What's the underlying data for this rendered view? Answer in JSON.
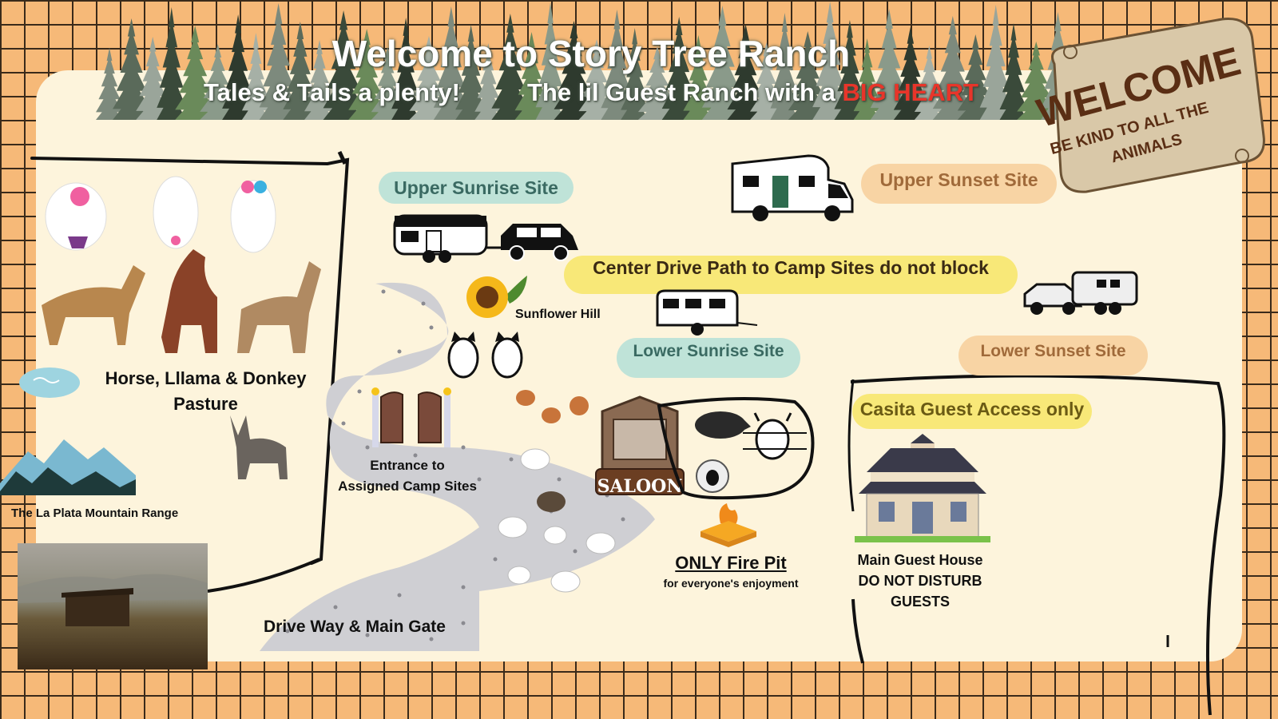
{
  "header": {
    "title": "Welcome to Story Tree Ranch",
    "tagline_left": "Tales & Tails a plenty!",
    "tagline_right_main": "The lil Guest Ranch with a",
    "tagline_right_highlight": "BIG HEART"
  },
  "sign": {
    "line1": "WELCOME",
    "line2": "BE KIND TO ALL THE",
    "line3": "ANIMALS"
  },
  "sites": {
    "upper_sunrise": "Upper Sunrise Site",
    "upper_sunset": "Upper Sunset Site",
    "center_drive": "Center Drive Path to Camp Sites do not block",
    "lower_sunrise": "Lower Sunrise Site",
    "lower_sunset": "Lower Sunset Site",
    "casita": "Casita Guest Access only"
  },
  "labels": {
    "sunflower_hill": "Sunflower Hill",
    "pasture_line1": "Horse, Lllama & Donkey",
    "pasture_line2": "Pasture",
    "mountain_range": "The La Plata Mountain Range",
    "entrance_line1": "Entrance to",
    "entrance_line2": "Assigned Camp Sites",
    "driveway": "Drive Way & Main Gate",
    "saloon": "SALOON",
    "fire_pit_title": "ONLY Fire Pit",
    "fire_pit_sub": "for everyone's enjoyment",
    "house_line1": "Main Guest House",
    "house_line2": "DO NOT DISTURB",
    "house_line3": "GUESTS"
  },
  "colors": {
    "background": "#f6b978",
    "paper": "#fdf4dc",
    "sunrise_pill": "#bfe3d8",
    "sunset_pill": "#f8d4a4",
    "center_drive_pill": "#f8e878",
    "casita_pill": "#f8e878",
    "sunrise_text": "#3a6a62",
    "sunset_text": "#a06a3a",
    "heart_red": "#e8352a",
    "path_grey": "#cfcfd3"
  }
}
